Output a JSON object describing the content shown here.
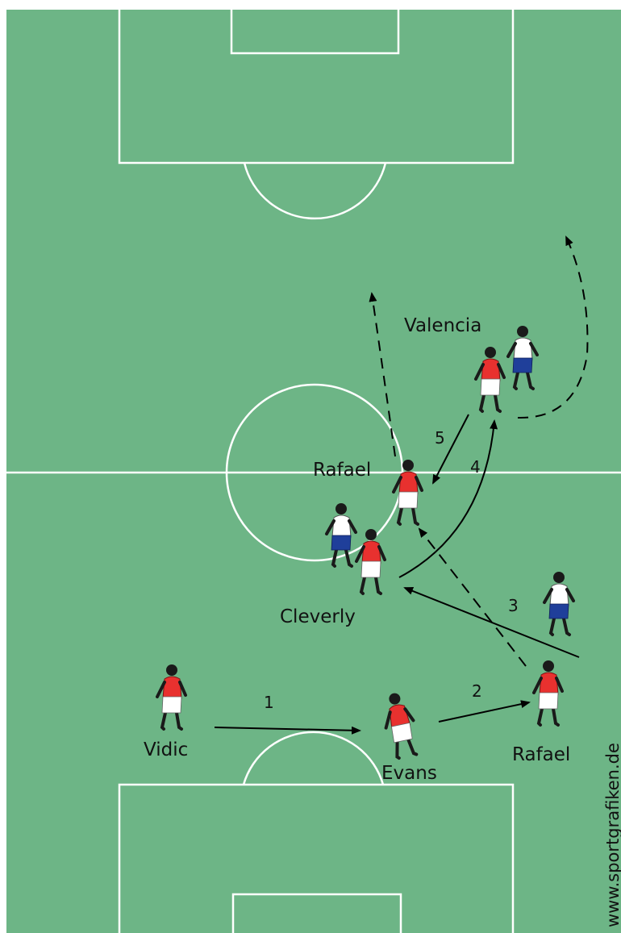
{
  "pitch": {
    "grass_color": "#6db586",
    "line_color": "#ffffff"
  },
  "team_colors": {
    "attacking_shirt": "#e8312f",
    "attacking_shorts": "#ffffff",
    "defending_shirt": "#ffffff",
    "defending_shorts": "#1f3f9a"
  },
  "labels": {
    "vidic": "Vidic",
    "evans": "Evans",
    "rafael_right": "Rafael",
    "rafael_center": "Rafael",
    "cleverly": "Cleverly",
    "valencia": "Valencia"
  },
  "steps": {
    "s1": "1",
    "s2": "2",
    "s3": "3",
    "s4": "4",
    "s5": "5"
  },
  "watermark": "www.sportgrafiken.de"
}
